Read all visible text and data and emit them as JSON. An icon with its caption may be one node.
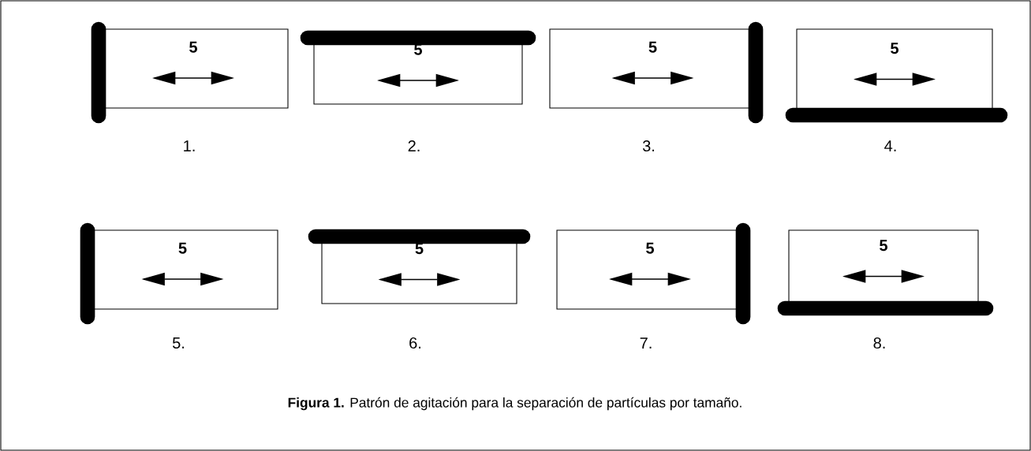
{
  "diagram": {
    "caption": "**Figura 1.** Patrón de agitación para la separación de partículas por tamaño.",
    "nodes": [
      {
        "text": [
          "5"
        ],
        "beside": [
          "1."
        ]
      },
      {
        "text": [
          "5"
        ],
        "beside": [
          "2."
        ]
      },
      {
        "text": [
          "5"
        ],
        "beside": [
          "3."
        ]
      },
      {
        "text": [
          "5"
        ],
        "beside": [
          "4."
        ]
      },
      {
        "text": [
          "5"
        ],
        "beside": [
          "5."
        ]
      },
      {
        "text": [
          "5"
        ],
        "beside": [
          "6."
        ]
      },
      {
        "text": [
          "5"
        ],
        "beside": [
          "7."
        ]
      },
      {
        "text": [
          "5"
        ],
        "beside": [
          "8."
        ]
      }
    ],
    "edges": []
  }
}
